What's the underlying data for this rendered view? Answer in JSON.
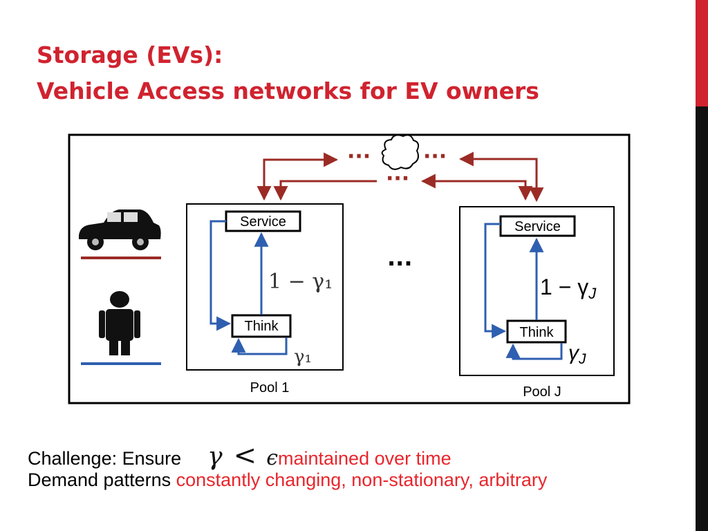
{
  "slide": {
    "title_line1": "Storage (EVs):",
    "title_line2": "Vehicle Access networks for EV owners",
    "accent_color": "#d0232f"
  },
  "diagram": {
    "pool1": {
      "service_label": "Service",
      "think_label": "Think",
      "service_prob": "1 − γ₁",
      "think_prob": "γ₁",
      "caption": "Pool 1"
    },
    "poolJ": {
      "service_label": "Service",
      "think_label": "Think",
      "service_prob": "1 − γ",
      "service_prob_sub": "J",
      "think_prob": "γ",
      "think_prob_sub": "J",
      "caption": "Pool J"
    },
    "ellipsis_top_left": "···",
    "ellipsis_top_right": "···",
    "ellipsis_middle": "···",
    "ellipsis_between_pools": "···",
    "icons": {
      "vehicle": "car-icon",
      "person": "person-icon",
      "cloud": "cloud-icon"
    },
    "line_colors": {
      "vehicle_line": "#9b2b25",
      "person_line": "#2f5fb0",
      "network_arrows": "#9b2b25",
      "flow_arrows": "#2f5fb0"
    }
  },
  "bottom": {
    "line1_prefix": "Challenge: Ensure",
    "line1_math_gamma": "γ",
    "line1_math_lt": "<",
    "line1_math_eps": "ϵ",
    "line1_suffix": "maintained over time",
    "line2_prefix": "Demand patterns ",
    "line2_suffix": "constantly changing, non-stationary, arbitrary"
  }
}
